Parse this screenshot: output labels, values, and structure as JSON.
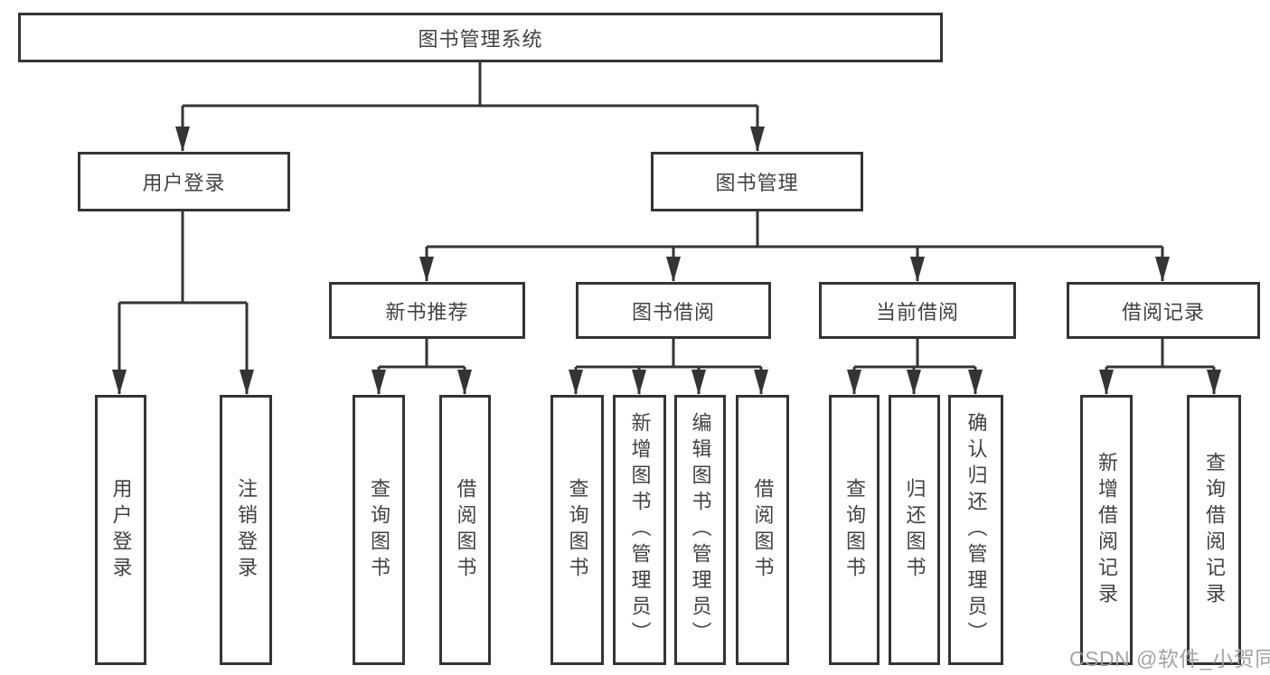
{
  "nodes": {
    "root": "图书管理系统",
    "user_login": "用户登录",
    "book_mgmt": "图书管理",
    "new_book_rec": "新书推荐",
    "book_borrow": "图书借阅",
    "current_borrow": "当前借阅",
    "borrow_record": "借阅记录",
    "leaf_user_login": "用户登录",
    "leaf_logout": "注销登录",
    "leaf_nbr_query_book": "查询图书",
    "leaf_nbr_borrow_book": "借阅图书",
    "leaf_bb_query_book": "查询图书",
    "leaf_bb_add_book_admin": "新增图书（管理员）",
    "leaf_bb_edit_book_admin": "编辑图书（管理员）",
    "leaf_bb_borrow_book": "借阅图书",
    "leaf_cb_query_book": "查询图书",
    "leaf_cb_return_book": "归还图书",
    "leaf_cb_confirm_return_admin": "确认归还（管理员）",
    "leaf_br_add_record": "新增借阅记录",
    "leaf_br_query_record": "查询借阅记录"
  },
  "watermark": "CSDN @软件_小贺同学"
}
